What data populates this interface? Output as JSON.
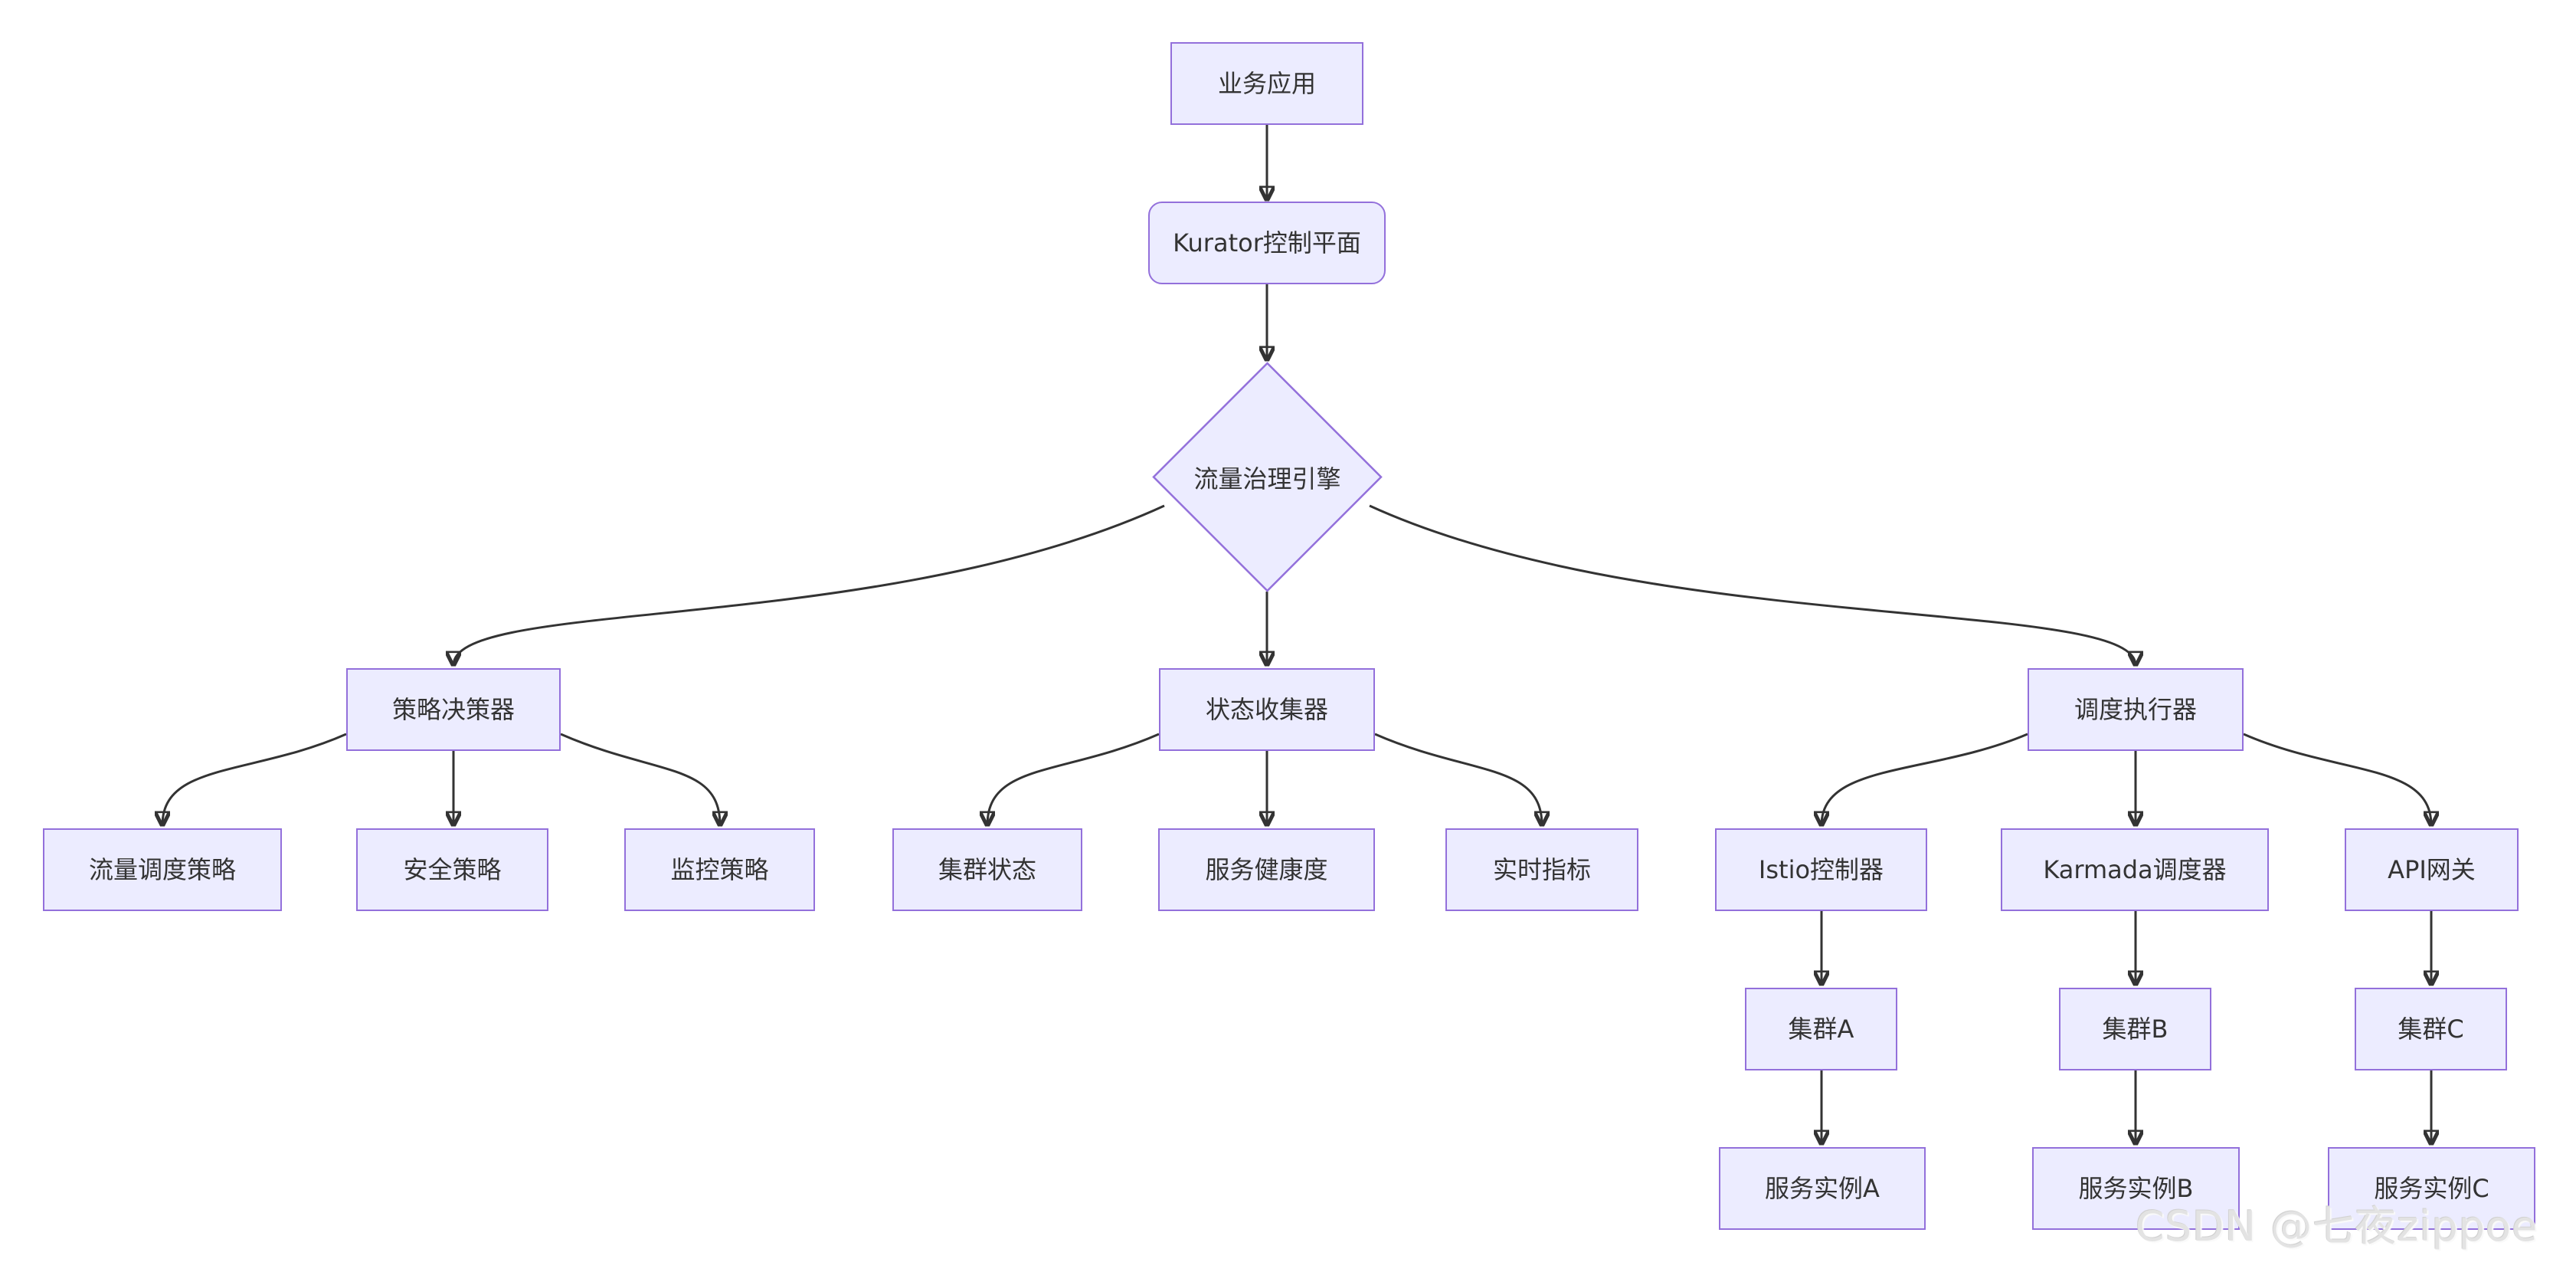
{
  "diagram": {
    "type": "flowchart",
    "direction": "top-down",
    "watermark": "CSDN @七夜zippoe",
    "colors": {
      "background": "#FFFFFF",
      "node_fill": "#ECECFF",
      "node_border": "#9370DB",
      "edge": "#333333",
      "text": "#333333",
      "watermark": "#E3E3E3"
    }
  },
  "nodes": {
    "biz_app": {
      "label": "业务应用",
      "shape": "rect"
    },
    "kurator": {
      "label": "Kurator控制平面",
      "shape": "rounded"
    },
    "traffic_engine": {
      "label": "流量治理引擎",
      "shape": "diamond"
    },
    "policy_decider": {
      "label": "策略决策器",
      "shape": "rect"
    },
    "state_collector": {
      "label": "状态收集器",
      "shape": "rect"
    },
    "sched_executor": {
      "label": "调度执行器",
      "shape": "rect"
    },
    "traffic_policy": {
      "label": "流量调度策略",
      "shape": "rect"
    },
    "security_policy": {
      "label": "安全策略",
      "shape": "rect"
    },
    "monitor_policy": {
      "label": "监控策略",
      "shape": "rect"
    },
    "cluster_state": {
      "label": "集群状态",
      "shape": "rect"
    },
    "service_health": {
      "label": "服务健康度",
      "shape": "rect"
    },
    "realtime_metrics": {
      "label": "实时指标",
      "shape": "rect"
    },
    "istio_controller": {
      "label": "Istio控制器",
      "shape": "rect"
    },
    "karmada_scheduler": {
      "label": "Karmada调度器",
      "shape": "rect"
    },
    "api_gateway": {
      "label": "API网关",
      "shape": "rect"
    },
    "cluster_a": {
      "label": "集群A",
      "shape": "rect"
    },
    "cluster_b": {
      "label": "集群B",
      "shape": "rect"
    },
    "cluster_c": {
      "label": "集群C",
      "shape": "rect"
    },
    "service_a": {
      "label": "服务实例A",
      "shape": "rect"
    },
    "service_b": {
      "label": "服务实例B",
      "shape": "rect"
    },
    "service_c": {
      "label": "服务实例C",
      "shape": "rect"
    }
  },
  "edges": [
    {
      "from": "biz_app",
      "to": "kurator"
    },
    {
      "from": "kurator",
      "to": "traffic_engine"
    },
    {
      "from": "traffic_engine",
      "to": "policy_decider"
    },
    {
      "from": "traffic_engine",
      "to": "state_collector"
    },
    {
      "from": "traffic_engine",
      "to": "sched_executor"
    },
    {
      "from": "policy_decider",
      "to": "traffic_policy"
    },
    {
      "from": "policy_decider",
      "to": "security_policy"
    },
    {
      "from": "policy_decider",
      "to": "monitor_policy"
    },
    {
      "from": "state_collector",
      "to": "cluster_state"
    },
    {
      "from": "state_collector",
      "to": "service_health"
    },
    {
      "from": "state_collector",
      "to": "realtime_metrics"
    },
    {
      "from": "sched_executor",
      "to": "istio_controller"
    },
    {
      "from": "sched_executor",
      "to": "karmada_scheduler"
    },
    {
      "from": "sched_executor",
      "to": "api_gateway"
    },
    {
      "from": "istio_controller",
      "to": "cluster_a"
    },
    {
      "from": "karmada_scheduler",
      "to": "cluster_b"
    },
    {
      "from": "api_gateway",
      "to": "cluster_c"
    },
    {
      "from": "cluster_a",
      "to": "service_a"
    },
    {
      "from": "cluster_b",
      "to": "service_b"
    },
    {
      "from": "cluster_c",
      "to": "service_c"
    }
  ]
}
